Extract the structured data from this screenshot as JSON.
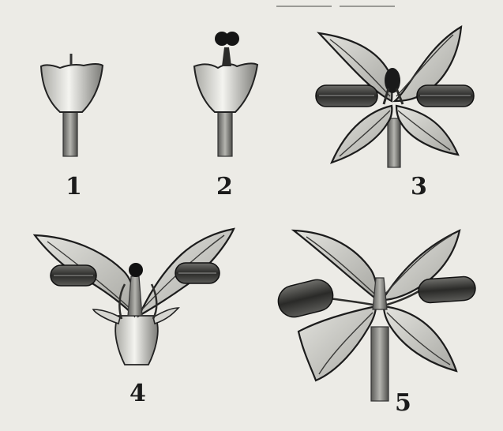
{
  "figures": [
    {
      "label": "1"
    },
    {
      "label": "2"
    },
    {
      "label": "3"
    },
    {
      "label": "4"
    },
    {
      "label": "5"
    }
  ],
  "colors": {
    "background": "#ecebe6",
    "ink": "#1b1b1b",
    "petal_fill": "#c9c9c3",
    "stem_fill": "#8a8a86",
    "stamen_fill": "#3a3a38"
  }
}
